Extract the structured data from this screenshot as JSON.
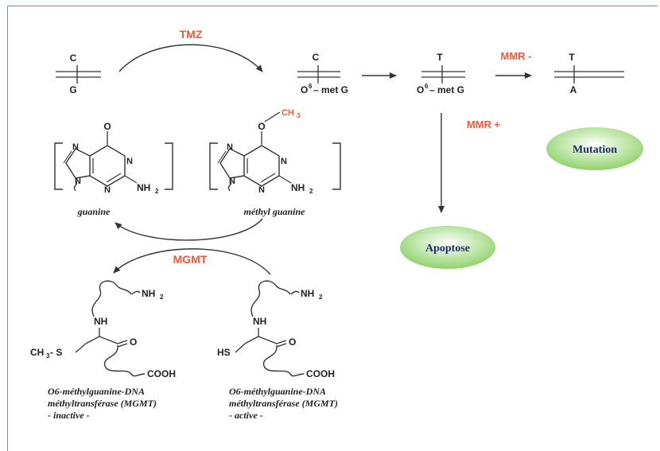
{
  "dna": {
    "left": {
      "top": "C",
      "bottom": "G"
    },
    "mid1": {
      "top": "C",
      "bottom_sup": "6",
      "bottom_o": "O",
      "bottom_rest": "– met G"
    },
    "mid2": {
      "top": "T",
      "bottom_sup": "6",
      "bottom_o": "O",
      "bottom_rest": "– met G"
    },
    "right": {
      "top": "T",
      "bottom": "A"
    }
  },
  "labels": {
    "tmz": "TMZ",
    "mmr_minus": "MMR -",
    "mmr_plus": "MMR +",
    "mgmt": "MGMT",
    "ch3": "CH",
    "ch3_sub": "3"
  },
  "nodes": {
    "mutation": "Mutation",
    "apoptose": "Apoptose"
  },
  "molecules": {
    "guanine": {
      "name": "guanine",
      "o": "O",
      "n": "N",
      "nh2": "NH",
      "nh2_sub": "2"
    },
    "methyl_guanine": {
      "name": "méthyl guanine",
      "o": "O",
      "n": "N",
      "nh2": "NH",
      "nh2_sub": "2"
    }
  },
  "proteins": {
    "inactive": {
      "head": "CH",
      "head_sub": "3",
      "head_rest": " - S",
      "nh2": "NH",
      "nh2_sub": "2",
      "nh": "NH",
      "o": "O",
      "cooh": "COOH",
      "caption1": "O6-méthylguanine-DNA",
      "caption2": "méthyltransférase (MGMT)",
      "caption3": "- inactive -"
    },
    "active": {
      "head": "HS",
      "nh2": "NH",
      "nh2_sub": "2",
      "nh": "NH",
      "o": "O",
      "cooh": "COOH",
      "caption1": "O6-méthylguanine-DNA",
      "caption2": "méthyltransférase (MGMT)",
      "caption3": "- active -"
    }
  },
  "colors": {
    "accent_red": "#f05a3a",
    "node_green": "#8fd36a",
    "node_text": "#1f2f6b",
    "frame": "#2aa6d8"
  }
}
